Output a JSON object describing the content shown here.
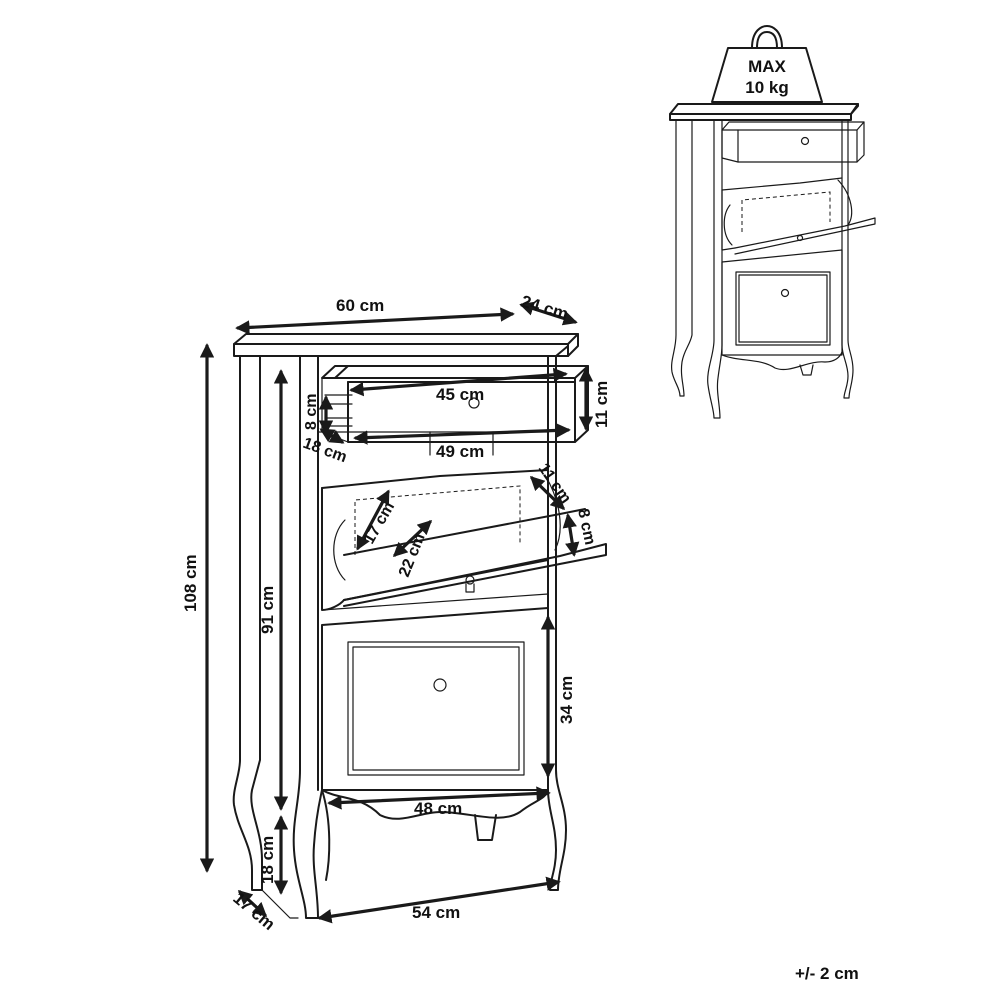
{
  "weight": {
    "line1": "MAX",
    "line2": "10 kg"
  },
  "tolerance": "+/- 2 cm",
  "dimensions": {
    "total_width": "60 cm",
    "total_depth": "24 cm",
    "total_height": "108 cm",
    "body_height": "91 cm",
    "leg_height": "18 cm",
    "leg_depth": "17 cm",
    "base_width": "54 cm",
    "lower_door_width": "48 cm",
    "lower_door_height": "34 cm",
    "drawer_inner_width": "45 cm",
    "drawer_outer_width": "49 cm",
    "drawer_height": "11 cm",
    "drawer_inner_height": "8 cm",
    "drawer_depth": "18 cm",
    "flap_depth_a": "17 cm",
    "flap_depth_b": "22 cm",
    "flap_width": "11 cm",
    "flap_height": "8 cm"
  }
}
